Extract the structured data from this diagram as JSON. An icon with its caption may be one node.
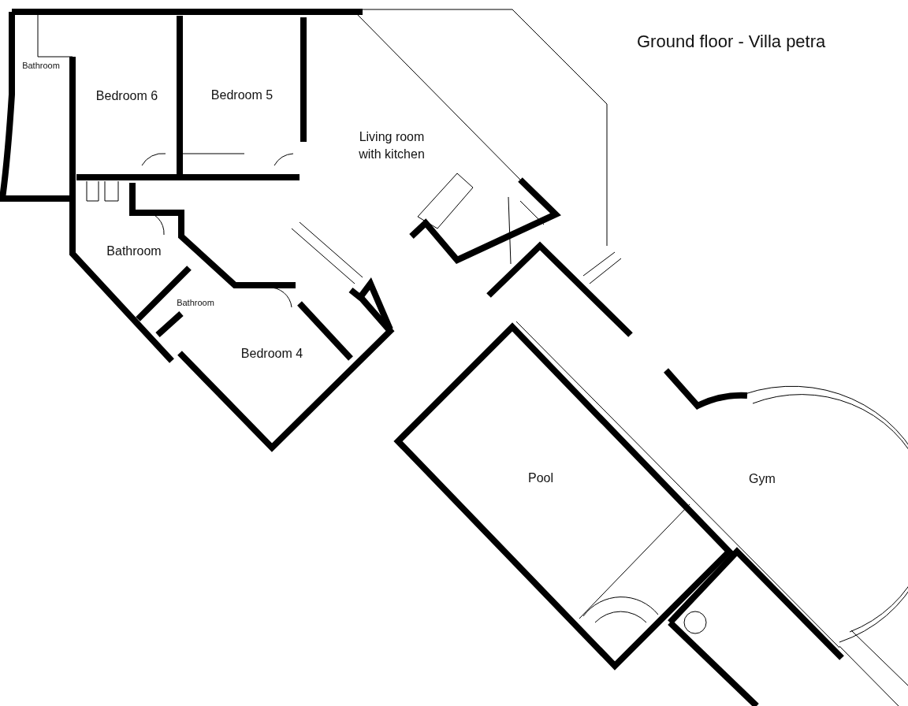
{
  "diagram": {
    "title": "Ground floor - Villa petra",
    "labels": [
      "Bathroom",
      "Bedroom 6",
      "Bedroom 5",
      "Living room with kitchen",
      "Bathroom",
      "Bathroom",
      "Bedroom 4",
      "Pool",
      "Gym"
    ]
  }
}
